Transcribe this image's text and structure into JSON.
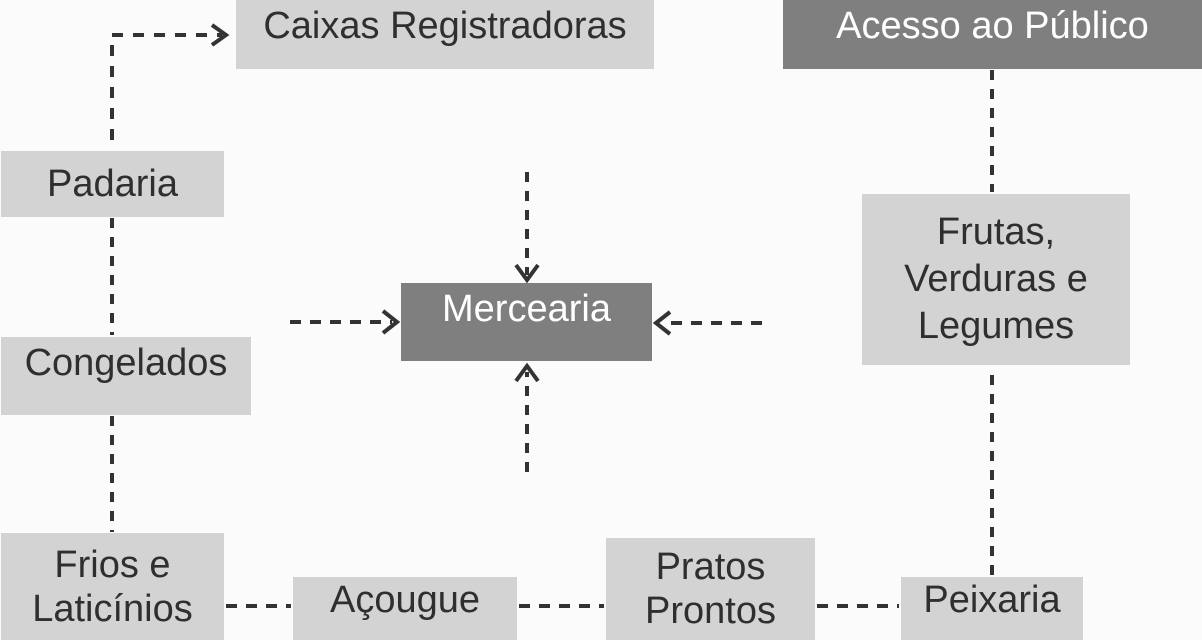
{
  "nodes": {
    "caixas": "Caixas Registradoras",
    "acesso": "Acesso ao Público",
    "padaria": "Padaria",
    "mercearia": "Mercearia",
    "frutas": "Frutas,\nVerduras e\nLegumes",
    "congelados": "Congelados",
    "frios": "Frios e\nLaticínios",
    "acougue": "Açougue",
    "pratos": "Pratos\nProntos",
    "peixaria": "Peixaria"
  },
  "colors": {
    "light_box": "#d3d3d3",
    "dark_box": "#7f7f7f",
    "line": "#333333",
    "background": "#fbfbfb"
  }
}
